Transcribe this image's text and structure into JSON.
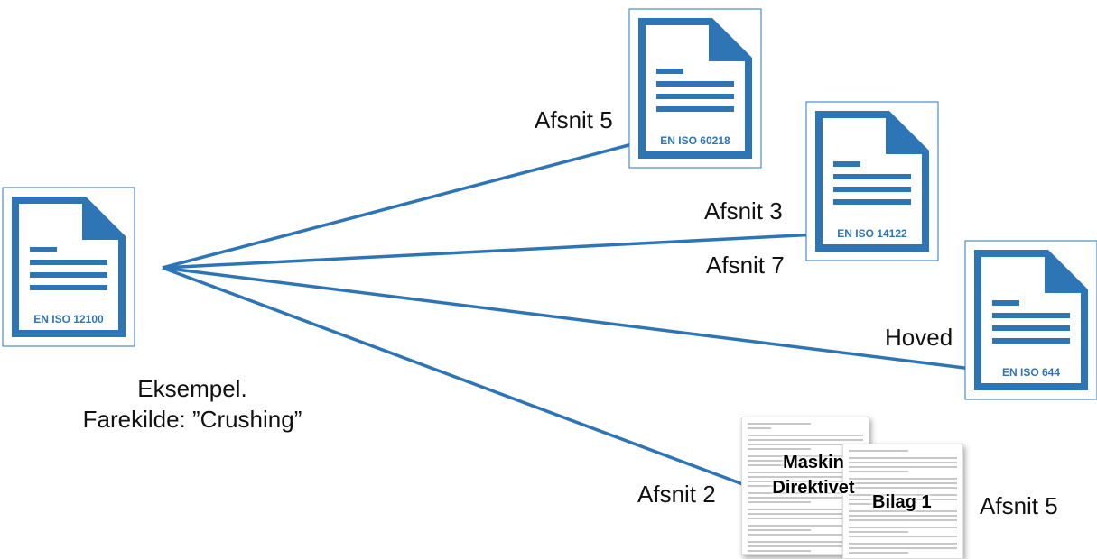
{
  "documents": {
    "iso12100": {
      "label": "EN ISO 12100"
    },
    "iso60218": {
      "label": "EN ISO 60218"
    },
    "iso14122": {
      "label": "EN ISO 14122"
    },
    "iso644": {
      "label": "EN ISO 644"
    }
  },
  "caption": {
    "line1": "Eksempel.",
    "line2": "Farekilde: ”Crushing”"
  },
  "section_labels": {
    "to_60218": "Afsnit 5",
    "to_14122_a": "Afsnit 3",
    "to_14122_b": "Afsnit 7",
    "to_644": "Hoved",
    "to_maskin": "Afsnit 2",
    "to_bilag": "Afsnit 5"
  },
  "papers": {
    "maskin": {
      "title_line1": "Maskin",
      "title_line2": "Direktivet"
    },
    "bilag": {
      "title": "Bilag 1"
    }
  },
  "colors": {
    "icon_blue": "#2e75b6",
    "line_blue": "#2e75b6"
  }
}
